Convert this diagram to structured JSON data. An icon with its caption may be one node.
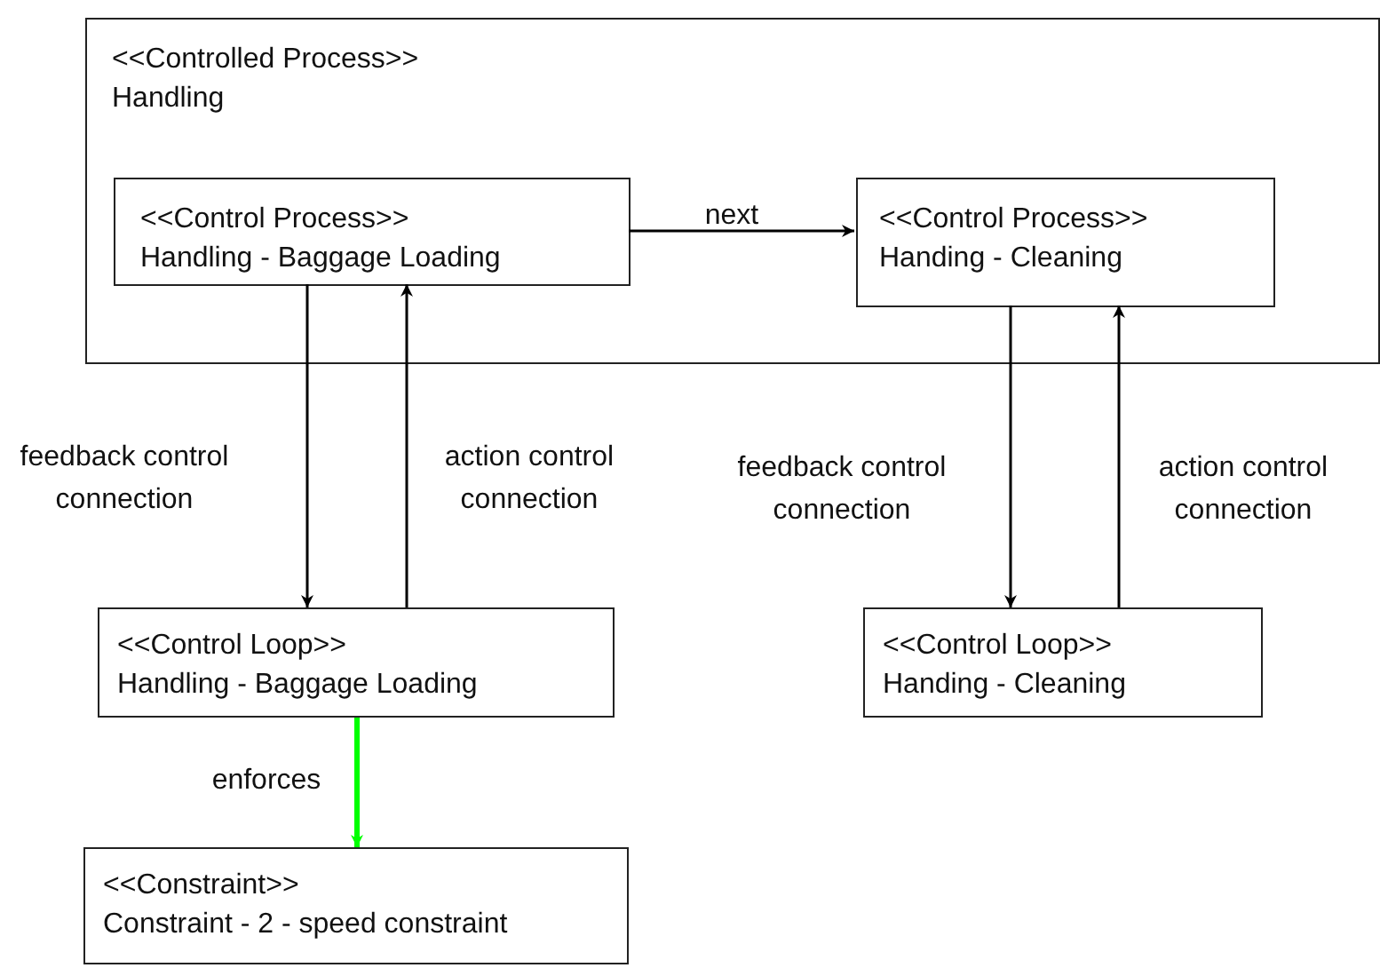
{
  "diagram": {
    "nodes": [
      {
        "text": [
          "<<Controlled Process>>",
          "Handling"
        ]
      },
      {
        "text": [
          "<<Control Process>>",
          "Handling - Baggage Loading"
        ],
        "in": 0
      },
      {
        "text": [
          "<<Control Process>>",
          "Handing - Cleaning"
        ],
        "in": 0
      },
      {
        "text": [
          "<<Control Loop>>",
          "Handling - Baggage Loading"
        ]
      },
      {
        "text": [
          "<<Control Loop>>",
          "Handing - Cleaning"
        ]
      },
      {
        "text": [
          "<<Constraint>>",
          "Constraint - 2 - speed constraint"
        ]
      }
    ],
    "edges": [
      {
        "from": 1,
        "to": 2,
        "arrow": "to",
        "label": "next"
      },
      {
        "from": 1,
        "to": 3,
        "arrow": "to",
        "label": "feedback control connection"
      },
      {
        "from": 3,
        "to": 1,
        "arrow": "to",
        "label": "action control connection"
      },
      {
        "from": 2,
        "to": 4,
        "arrow": "to",
        "label": "feedback control connection"
      },
      {
        "from": 4,
        "to": 2,
        "arrow": "to",
        "label": "action control connection"
      },
      {
        "from": 3,
        "to": 5,
        "arrow": "to",
        "label": "enforces",
        "style": "thick",
        "color": "#00ff00"
      }
    ]
  }
}
